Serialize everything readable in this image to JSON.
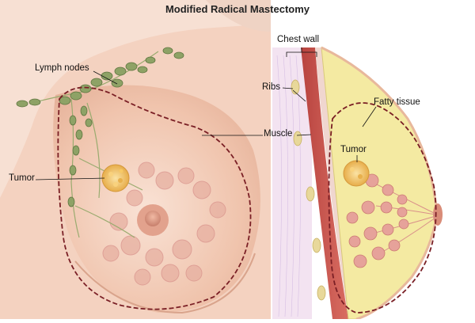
{
  "title": "Modified Radical Mastectomy",
  "labels": {
    "lymph_nodes": "Lymph nodes",
    "tumor_front": "Tumor",
    "chest_wall": "Chest wall",
    "ribs": "Ribs",
    "muscle": "Muscle",
    "fatty_tissue": "Fatty tissue",
    "tumor_side": "Tumor"
  },
  "colors": {
    "skin": "#f2c9b2",
    "skin_light": "#f7ddd0",
    "incision": "#7a1f25",
    "tumor": "#f2c265",
    "muscle": "#c8514a",
    "fat": "#f5ec9c",
    "node": "#7f9a5a",
    "lobule": "#d98f8a"
  }
}
